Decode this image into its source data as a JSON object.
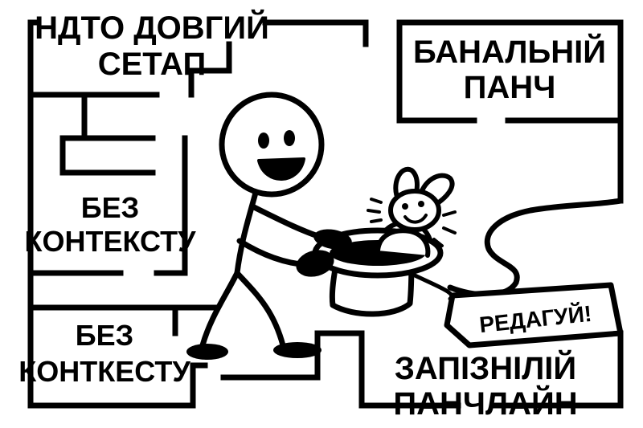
{
  "colors": {
    "ink": "#000000",
    "paper": "#ffffff"
  },
  "icons": [
    "stick-figure-magician",
    "top-hat-icon",
    "rabbit-icon",
    "arrow-sign-icon"
  ],
  "labels": {
    "top_left_line1": "НДТО ДОВГИЙ",
    "top_left_line2": "СЕТАП",
    "top_right_line1": "БАНАЛЬНІЙ",
    "top_right_line2": "ПАНЧ",
    "mid_left_line1": "БЕЗ",
    "mid_left_line2": "КОНТЕКСТУ",
    "bottom_left_line1": "БЕЗ",
    "bottom_left_line2": "КОНТКЕСТУ",
    "sign": "РЕДАГУЙ!",
    "bottom_right_line1": "ЗАПІЗНІЛІЙ",
    "bottom_right_line2": "ПАНЧЛАЙН"
  }
}
